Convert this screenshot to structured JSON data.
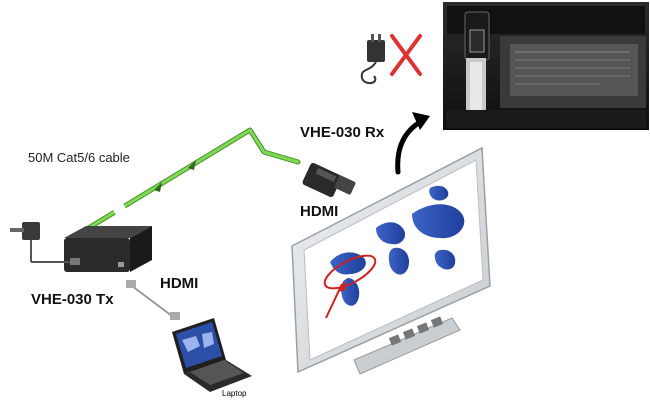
{
  "labels": {
    "cable": "50M Cat5/6 cable",
    "receiver": "VHE-030 Rx",
    "transmitter": "VHE-030 Tx",
    "hdmi_rx": "HDMI",
    "hdmi_tx": "HDMI",
    "laptop": "Laptop"
  },
  "colors": {
    "cable": "#7ed957",
    "cable_dark": "#4a8f2a",
    "device": "#2b2b2b",
    "cross": "#e03030",
    "board_frame": "#d8dcdf",
    "screen_bg": "#ffffff",
    "map_blue": "#2f55b8",
    "highlight": "#cc2222",
    "arrow": "#000000"
  },
  "icons": [
    "power-adapter-icon",
    "red-cross-icon",
    "curved-arrow-icon"
  ]
}
